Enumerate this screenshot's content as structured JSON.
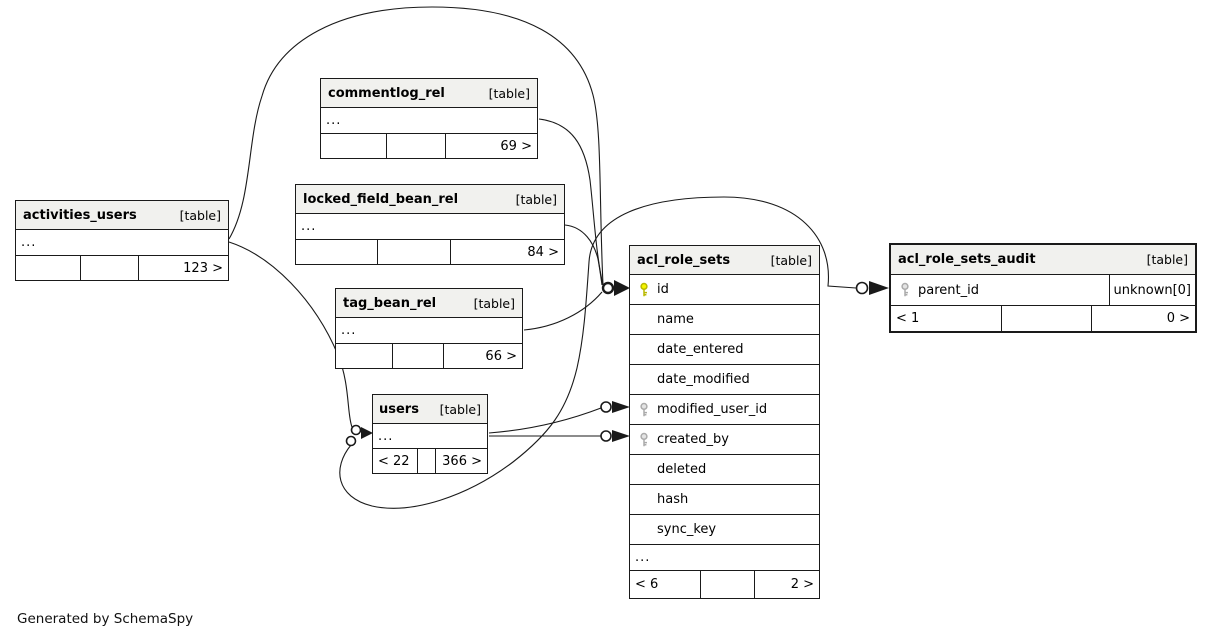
{
  "diagram": {
    "caption": "Generated by SchemaSpy",
    "table_tag": "[table]"
  },
  "colors": {
    "line": "#1a1a1a",
    "header_bg": "#f1f1ee",
    "primary_key_fill": "#f5f500",
    "primary_key_stroke": "#b9b900",
    "foreign_key_fill": "#e4e4e4",
    "foreign_key_stroke": "#ababab"
  },
  "tables": [
    {
      "name": "activities_users",
      "type_label": "[table]",
      "rows": [
        {
          "label": "...",
          "key": "none"
        }
      ],
      "footer": {
        "left": "",
        "mid": "",
        "right": "123 >"
      }
    },
    {
      "name": "commentlog_rel",
      "type_label": "[table]",
      "rows": [
        {
          "label": "...",
          "key": "none"
        }
      ],
      "footer": {
        "left": "",
        "mid": "",
        "right": "69 >"
      }
    },
    {
      "name": "locked_field_bean_rel",
      "type_label": "[table]",
      "rows": [
        {
          "label": "...",
          "key": "none"
        }
      ],
      "footer": {
        "left": "",
        "mid": "",
        "right": "84 >"
      }
    },
    {
      "name": "tag_bean_rel",
      "type_label": "[table]",
      "rows": [
        {
          "label": "...",
          "key": "none"
        }
      ],
      "footer": {
        "left": "",
        "mid": "",
        "right": "66 >"
      }
    },
    {
      "name": "users",
      "type_label": "[table]",
      "rows": [
        {
          "label": "...",
          "key": "none"
        }
      ],
      "footer": {
        "left": "< 22",
        "mid": "",
        "right": "366 >"
      }
    },
    {
      "name": "acl_role_sets",
      "type_label": "[table]",
      "rows": [
        {
          "label": "id",
          "key": "primary"
        },
        {
          "label": "name",
          "key": "none",
          "indent": true
        },
        {
          "label": "date_entered",
          "key": "none",
          "indent": true
        },
        {
          "label": "date_modified",
          "key": "none",
          "indent": true
        },
        {
          "label": "modified_user_id",
          "key": "foreign"
        },
        {
          "label": "created_by",
          "key": "foreign"
        },
        {
          "label": "deleted",
          "key": "none",
          "indent": true
        },
        {
          "label": "hash",
          "key": "none",
          "indent": true
        },
        {
          "label": "sync_key",
          "key": "none",
          "indent": true
        },
        {
          "label": "...",
          "key": "none"
        }
      ],
      "footer": {
        "left": "< 6",
        "mid": "",
        "right": "2 >"
      }
    },
    {
      "name": "acl_role_sets_audit",
      "type_label": "[table]",
      "rows": [
        {
          "label": "parent_id",
          "key": "foreign",
          "type": "unknown[0]"
        }
      ],
      "footer": {
        "left": "< 1",
        "mid": "",
        "right": "0 >"
      }
    }
  ]
}
